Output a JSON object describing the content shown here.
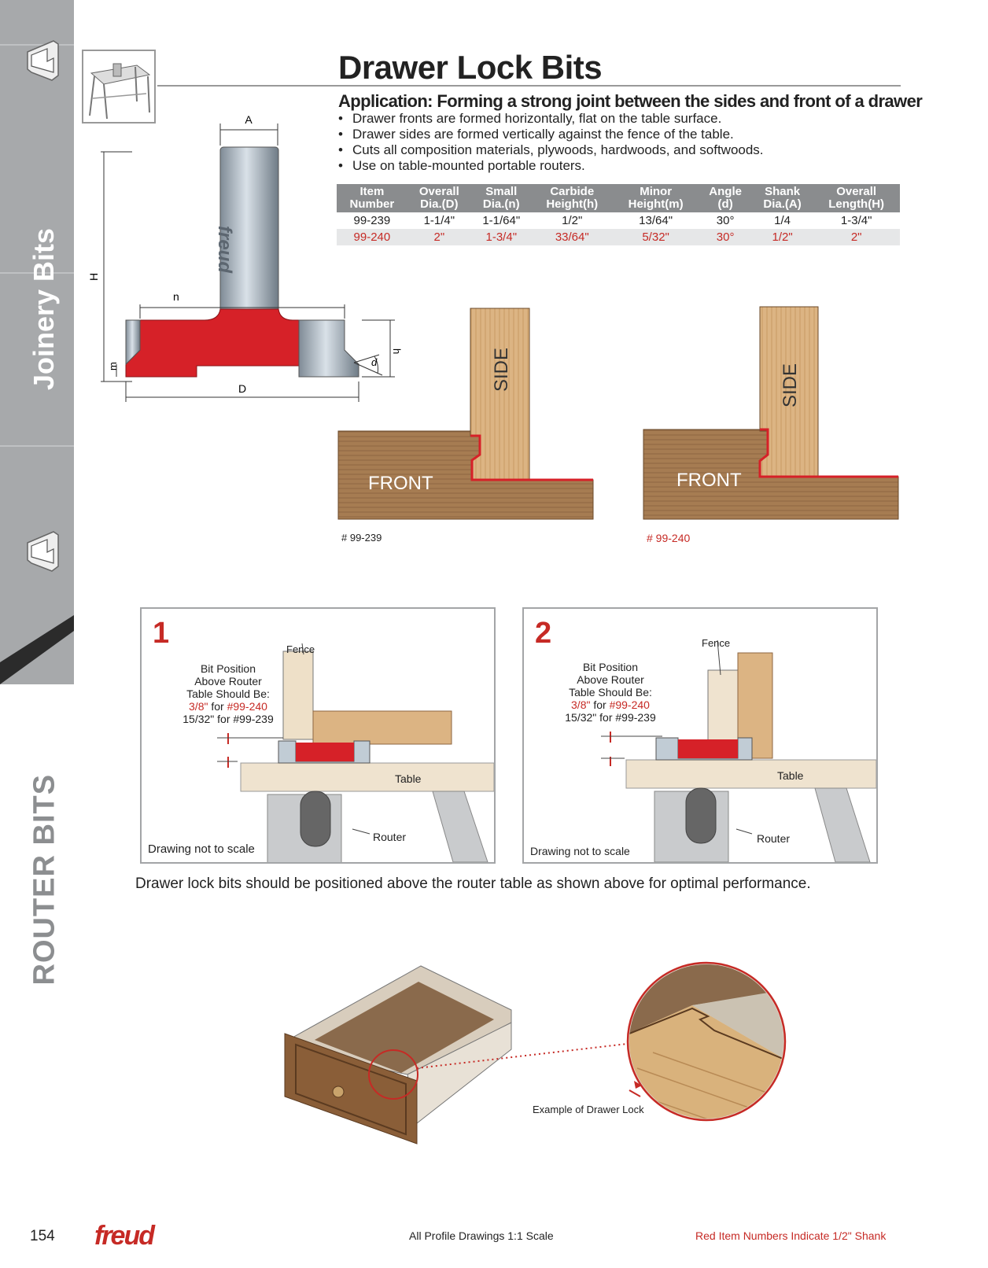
{
  "sidebar": {
    "section_label": "Joinery Bits",
    "category_label": "ROUTER BITS"
  },
  "header": {
    "title": "Drawer Lock Bits",
    "application": "Application: Forming a strong joint between the sides and front of a drawer",
    "bullets": [
      "Drawer fronts are formed horizontally, flat on the table surface.",
      "Drawer sides are formed vertically against the fence of the table.",
      "Cuts all composition materials, plywoods, hardwoods, and softwoods.",
      "Use on table-mounted portable routers."
    ]
  },
  "spec_table": {
    "headers": [
      [
        "Item",
        "Number"
      ],
      [
        "Overall",
        "Dia.(D)"
      ],
      [
        "Small",
        "Dia.(n)"
      ],
      [
        "Carbide",
        "Height(h)"
      ],
      [
        "Minor",
        "Height(m)"
      ],
      [
        "Angle",
        "(d)"
      ],
      [
        "Shank",
        "Dia.(A)"
      ],
      [
        "Overall",
        "Length(H)"
      ]
    ],
    "rows": [
      [
        "99-239",
        "1-1/4\"",
        "1-1/64\"",
        "1/2\"",
        "13/64\"",
        "30°",
        "1/4",
        "1-3/4\""
      ],
      [
        "99-240",
        "2\"",
        "1-3/4\"",
        "33/64\"",
        "5/32\"",
        "30°",
        "1/2\"",
        "2\""
      ]
    ]
  },
  "bit_drawing": {
    "brand": "freud",
    "dim_labels": {
      "a": "A",
      "h_overall": "H",
      "n": "n",
      "m": "m",
      "d_dia": "D",
      "h": "h",
      "angle": "d"
    }
  },
  "joints": [
    {
      "side_label": "SIDE",
      "front_label": "FRONT",
      "caption": "# 99-239"
    },
    {
      "side_label": "SIDE",
      "front_label": "FRONT",
      "caption": "# 99-240"
    }
  ],
  "setup_panels": [
    {
      "number": "1",
      "fence": "Fence",
      "bit_position": [
        "Bit Position",
        "Above Router",
        "Table Should Be:"
      ],
      "line1_value": "3/8\"",
      "line1_for": " for ",
      "line1_item": "#99-240",
      "line2": "15/32\" for #99-239",
      "table": "Table",
      "router": "Router",
      "note": "Drawing not to scale"
    },
    {
      "number": "2",
      "fence": "Fence",
      "bit_position": [
        "Bit Position",
        "Above Router",
        "Table Should Be:"
      ],
      "line1_value": "3/8\"",
      "line1_for": " for ",
      "line1_item": "#99-240",
      "line2": "15/32\" for #99-239",
      "table": "Table",
      "router": "Router",
      "note": "Drawing not to scale"
    }
  ],
  "caption": "Drawer lock bits should be positioned above the router table as shown above for optimal performance.",
  "drawer_example": "Example of Drawer Lock",
  "footer": {
    "page_number": "154",
    "brand": "freud",
    "scale_note": "All Profile Drawings 1:1 Scale",
    "red_note": "Red Item Numbers Indicate 1/2\" Shank"
  },
  "colors": {
    "brand_red": "#c62a25",
    "sidebar_gray": "#a7a9ab",
    "table_header": "#8a8c8e",
    "wood": "#c9955a"
  }
}
